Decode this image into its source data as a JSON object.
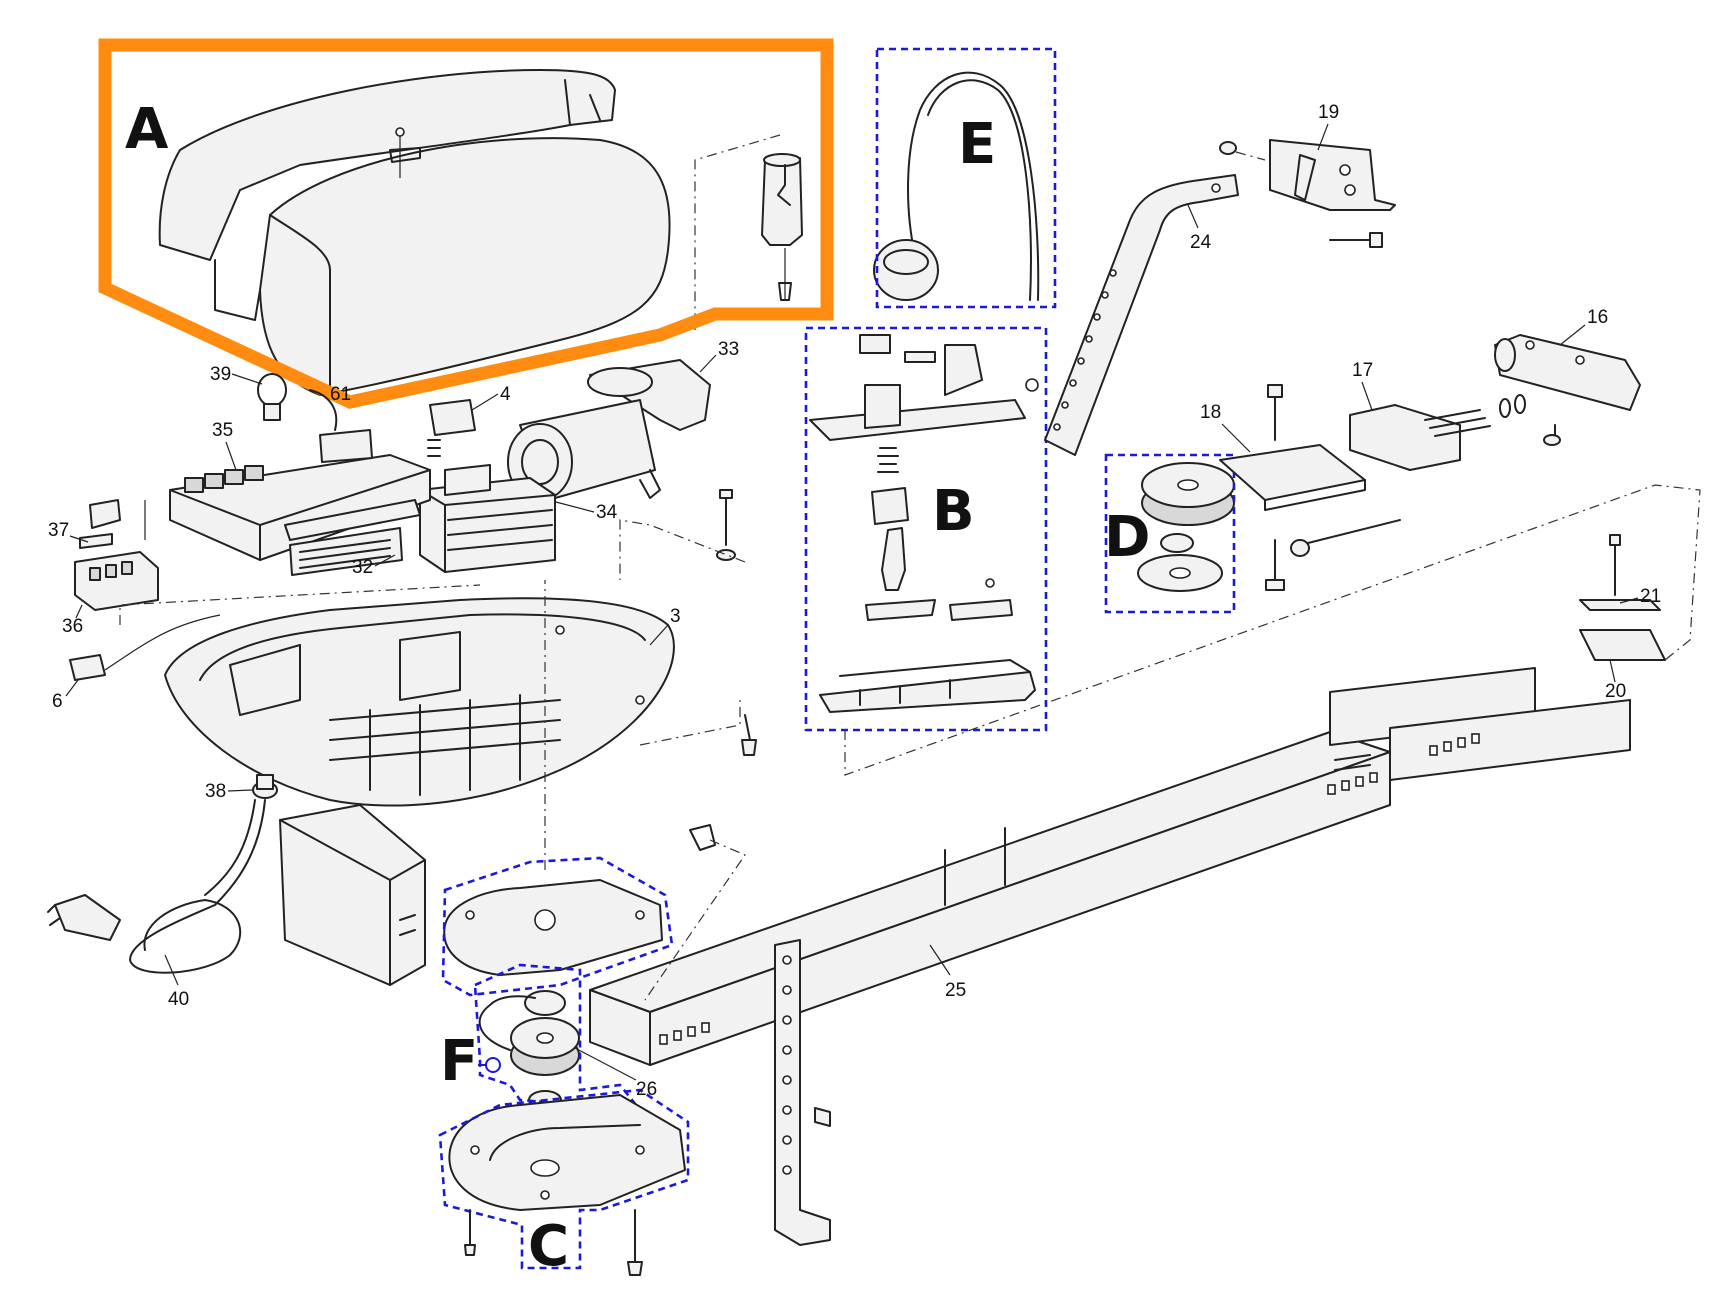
{
  "group_labels": {
    "A": "A",
    "B": "B",
    "C": "C",
    "D": "D",
    "E": "E",
    "F": "F"
  },
  "part_numbers": {
    "p3": "3",
    "p4": "4",
    "p6": "6",
    "p16": "16",
    "p17": "17",
    "p18": "18",
    "p19": "19",
    "p20": "20",
    "p21": "21",
    "p24": "24",
    "p25": "25",
    "p26": "26",
    "p32": "32",
    "p33": "33",
    "p34": "34",
    "p35": "35",
    "p36": "36",
    "p37": "37",
    "p38": "38",
    "p39": "39",
    "p40": "40",
    "p61": "61"
  },
  "colors": {
    "highlight_orange": "#ff8c10",
    "highlight_blue": "#1a1ad8"
  }
}
